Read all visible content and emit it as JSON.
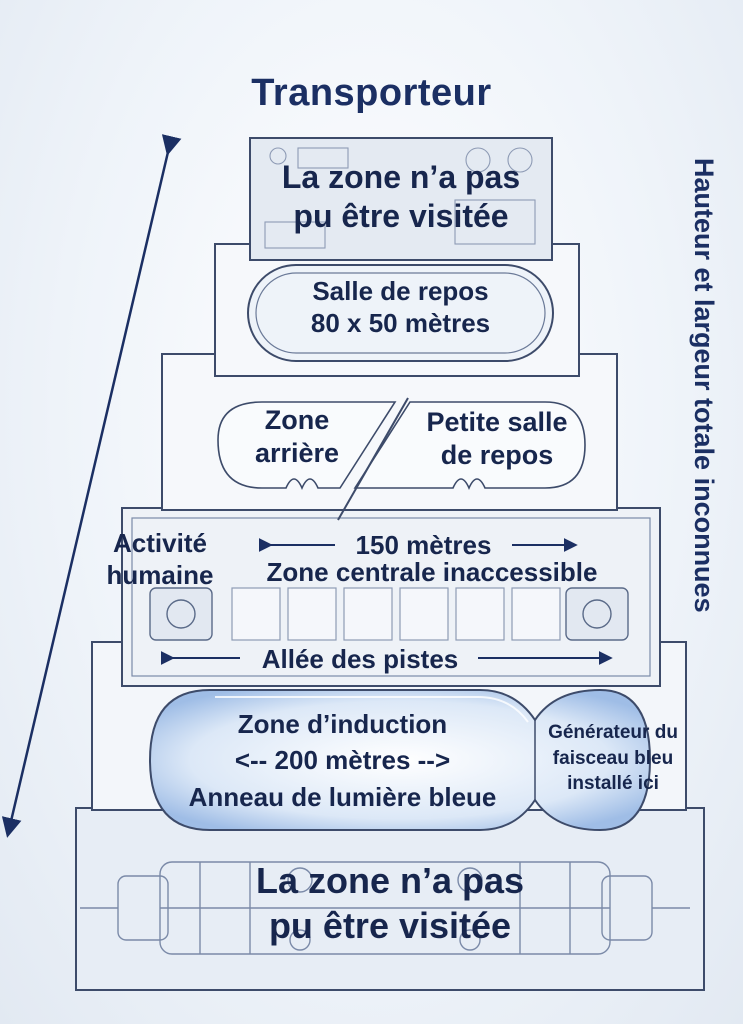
{
  "title": "Transporteur",
  "side_label": "Hauteur et largeur totale inconnues",
  "top_zone": {
    "line1": "La zone n’a pas",
    "line2": "pu être visitée"
  },
  "rest_room": {
    "line1": "Salle de repos",
    "line2": "80 x 50 mètres"
  },
  "rear_zone": {
    "line1": "Zone",
    "line2": "arrière"
  },
  "small_rest_room": {
    "line1": "Petite salle",
    "line2": "de repos"
  },
  "activity": {
    "line1": "Activité",
    "line2": "humaine"
  },
  "central": {
    "dimension": "150 mètres",
    "label": "Zone centrale inaccessible"
  },
  "tracks": {
    "label": "Allée des pistes"
  },
  "induction": {
    "line1": "Zone d’induction",
    "line2": "<-- 200 mètres -->",
    "line3": "Anneau de lumière bleue"
  },
  "generator": {
    "line1": "Générateur du",
    "line2": "faisceau bleu",
    "line3": "installé ici"
  },
  "bottom_zone": {
    "line1": "La zone n’a pas",
    "line2": "pu être visitée"
  },
  "colors": {
    "ink": "#1b2f63",
    "outline": "#3d4b6a",
    "glow": "#5b8fd6"
  }
}
